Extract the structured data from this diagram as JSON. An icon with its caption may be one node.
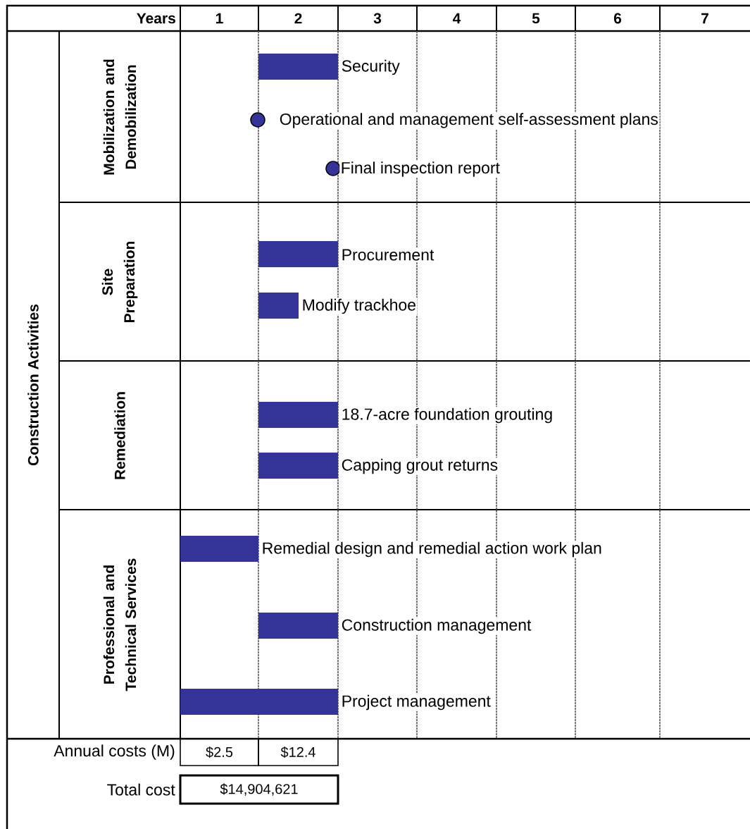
{
  "diagram": {
    "nodes": [
      {
        "text": [
          "Construction Activities"
        ]
      },
      {
        "text": [
          "Mobilization and Demobilization"
        ]
      },
      {
        "text": [
          "Site Preparation"
        ]
      },
      {
        "text": [
          "Remediation"
        ]
      },
      {
        "text": [
          "Professional and Technical Services"
        ]
      },
      {
        "text": [],
        "shape": "bar",
        "beside": [
          "Security"
        ]
      },
      {
        "text": [],
        "shape": "circle",
        "beside": [
          "Operational and management self-assessment plans"
        ]
      },
      {
        "text": [],
        "shape": "circle",
        "beside": [
          "Final inspection report"
        ]
      },
      {
        "text": [],
        "shape": "bar",
        "beside": [
          "Procurement"
        ]
      },
      {
        "text": [],
        "shape": "bar",
        "beside": [
          "Modify trackhoe"
        ]
      },
      {
        "text": [],
        "shape": "bar",
        "beside": [
          "18.7-acre foundation grouting"
        ]
      },
      {
        "text": [],
        "shape": "bar",
        "beside": [
          "Capping grout returns"
        ]
      },
      {
        "text": [],
        "shape": "bar",
        "beside": [
          "Remedial design and remedial action work plan"
        ]
      },
      {
        "text": [],
        "shape": "bar",
        "beside": [
          "Construction management"
        ]
      },
      {
        "text": [],
        "shape": "bar",
        "beside": [
          "Project management"
        ]
      },
      {
        "text": [
          "$2.5"
        ]
      },
      {
        "text": [
          "$12.4"
        ]
      },
      {
        "text": [
          "$14,904,621"
        ]
      }
    ],
    "labels": [
      "Years",
      "1",
      "2",
      "3",
      "4",
      "5",
      "6",
      "7",
      "Annual costs (M)",
      "Total cost"
    ]
  }
}
